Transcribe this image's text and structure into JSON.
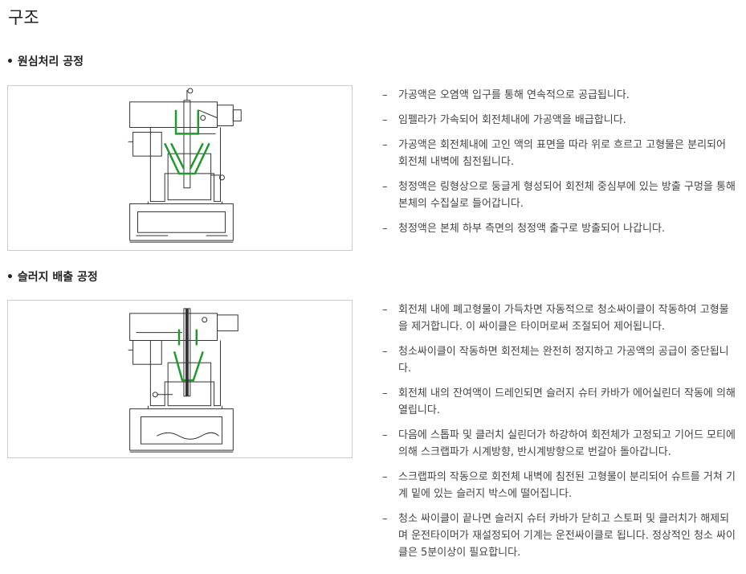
{
  "page": {
    "title": "구조"
  },
  "section1": {
    "title": "• 원심처리 공정",
    "bullets": [
      "가공액은 오염액 입구를 통해 연속적으로 공급됩니다.",
      "임펠라가 가속되어 회전체내에 가공액을 배급합니다.",
      "가공액은 회전체내에 고인 액의 표면을 따라 위로 흐르고 고형물은 분리되어 회전체 내벽에 침전됩니다.",
      "청정액은 링형상으로 둥글게 형성되어 회전체 중심부에 있는 방출 구멍을 통해 본체의 수집실로 들어갑니다.",
      "청정액은 본체 하부 측면의 청정액 출구로 방출되어 나갑니다."
    ]
  },
  "section2": {
    "title": "• 슬러지 배출 공정",
    "bullets": [
      "회전체 내에 폐고형물이 가득차면 자동적으로 청소싸이클이 작동하여 고형물을 제거합니다. 이 싸이클은 타이머로써 조절되어 제어됩니다.",
      "청소싸이클이 작동하면 회전체는 완전히 정지하고 가공액의 공급이 중단됩니다.",
      "회전체 내의 잔여액이 드레인되면 슬러지 슈터 카바가 에어실린더 작동에 의해 열립니다.",
      "다음에 스톱파 및 클러치 실린더가 하강하여 회전체가 고정되고 기어드 모티에 의해 스크랩파가 시계방향, 반시계방향으로 번갈아 돌아갑니다.",
      "스크랩파의 작동으로 회전체 내벽에 침전된 고형물이 분리되어 슈트를 거쳐 기계 밑에 있는 슬러지 박스에 떨어집니다.",
      "청소 싸이클이 끝나면 슬러지 슈터 카바가 닫히고 스토퍼 및 클러치가 해제되며 운전타이머가 재설정되어 기계는 운전싸이클로 됩니다. 정상적인 청소 싸이클은 5분이상이 필요합니다."
    ]
  },
  "bullet_marker": "–",
  "colors": {
    "accent_green": "#1e9a2a",
    "line": "#333333"
  }
}
